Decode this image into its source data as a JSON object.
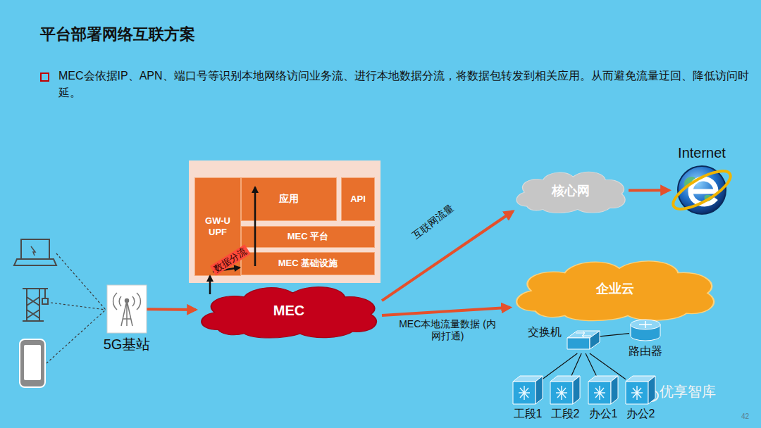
{
  "diagram": {
    "title": "平台部署网络互联方案",
    "nodes": [
      {
        "text": [
          "GW-U UPF"
        ]
      },
      {
        "text": [
          "应用"
        ]
      },
      {
        "text": [
          "API"
        ]
      },
      {
        "text": [
          "MEC 平台"
        ]
      },
      {
        "text": [
          "MEC 基础设施"
        ]
      },
      {
        "text": [
          "MEC"
        ]
      },
      {
        "text": [
          "5G基站"
        ]
      },
      {
        "text": [
          "核心网"
        ]
      },
      {
        "text": [
          "Internet"
        ]
      },
      {
        "text": [
          "企业云"
        ]
      },
      {
        "text": [
          "交换机"
        ]
      },
      {
        "text": [
          "路由器"
        ]
      },
      {
        "text": [
          "工段1"
        ]
      },
      {
        "text": [
          "工段2"
        ]
      },
      {
        "text": [
          "办公1"
        ]
      },
      {
        "text": [
          "办公2"
        ]
      }
    ],
    "edges": [
      {
        "from": 6,
        "to": 5,
        "arrow": "to"
      },
      {
        "from": 5,
        "to": 7,
        "label": "互联网流量",
        "arrow": "to"
      },
      {
        "from": 7,
        "to": 8,
        "arrow": "to"
      },
      {
        "from": 5,
        "to": 9,
        "label": "MEC本地流量数据 (内网打通)",
        "arrow": "to"
      },
      {
        "from": 10,
        "to": 11,
        "arrow": "none"
      },
      {
        "from": 10,
        "to": 12,
        "arrow": "none"
      },
      {
        "from": 10,
        "to": 13,
        "arrow": "none"
      },
      {
        "from": 10,
        "to": 14,
        "arrow": "none"
      },
      {
        "from": 10,
        "to": 15,
        "arrow": "none"
      }
    ],
    "labels": [
      "MEC会依据IP、APN、端口号等识别本地网络访问业务流、进行本地数据分流，将数据包转发到相关应用。从而避免流量迂回、降低访问时延。",
      "数据分流",
      "优享智库",
      "42"
    ]
  }
}
